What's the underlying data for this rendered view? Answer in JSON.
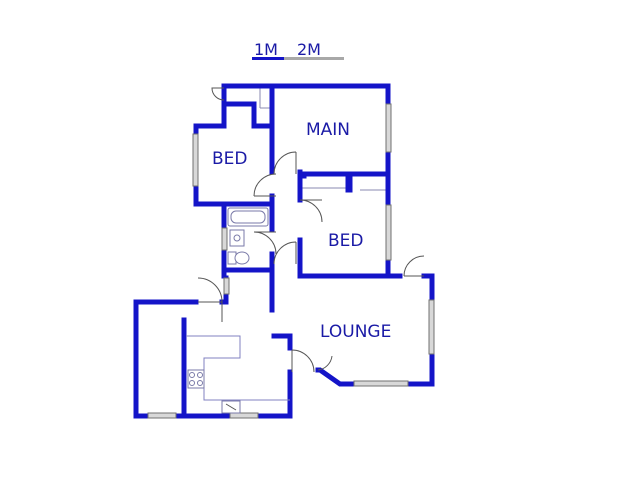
{
  "scale": {
    "label_1": "1M",
    "label_2": "2M"
  },
  "rooms": {
    "main": "MAIN",
    "bed_1": "BED",
    "bed_2": "BED",
    "lounge": "LOUNGE"
  },
  "colors": {
    "wall": "#1414c8",
    "label": "#1a1aa6",
    "scale_bar_primary": "#1414c8",
    "scale_bar_secondary": "#a8a8a8"
  }
}
